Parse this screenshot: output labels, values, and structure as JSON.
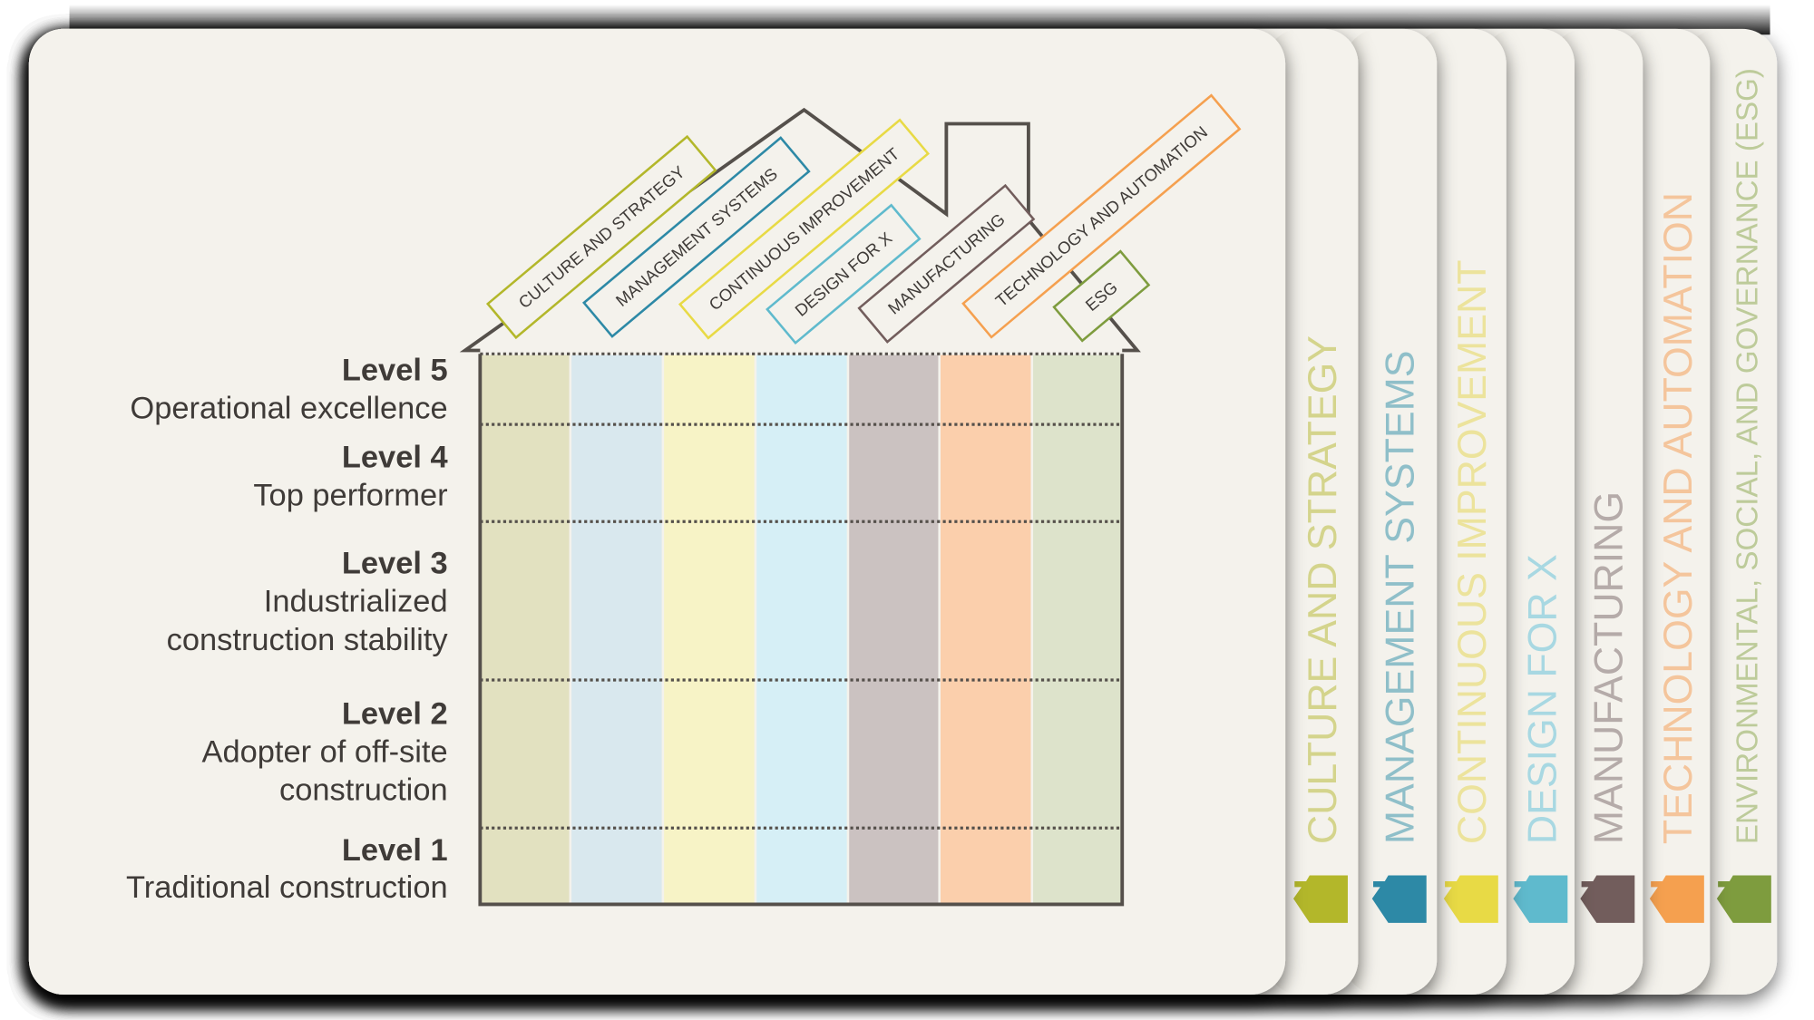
{
  "levels": [
    {
      "title": "Level 5",
      "lines": [
        "Operational excellence"
      ]
    },
    {
      "title": "Level 4",
      "lines": [
        "Top performer"
      ]
    },
    {
      "title": "Level 3",
      "lines": [
        "Industrialized",
        "construction stability"
      ]
    },
    {
      "title": "Level 2",
      "lines": [
        "Adopter of off-site",
        "construction"
      ]
    },
    {
      "title": "Level 1",
      "lines": [
        "Traditional construction"
      ]
    }
  ],
  "pillars": [
    {
      "tag": "CULTURE AND STRATEGY",
      "tab": "CULTURE AND STRATEGY",
      "color": "#b3b72a",
      "fill": "#e2e1c0",
      "tab_text": "#d4d48c",
      "icon": "house-icon"
    },
    {
      "tag": "MANAGEMENT SYSTEMS",
      "tab": "MANAGEMENT SYSTEMS",
      "color": "#2d89a6",
      "fill": "#d9e8ee",
      "tab_text": "#8fbfc9",
      "icon": "house-icon"
    },
    {
      "tag": "CONTINUOUS IMPROVEMENT",
      "tab": "CONTINUOUS IMPROVEMENT",
      "color": "#e8da45",
      "fill": "#f7f3c6",
      "tab_text": "#ece39c",
      "icon": "house-icon"
    },
    {
      "tag": "DESIGN FOR X",
      "tab": "DESIGN FOR X",
      "color": "#5fbacd",
      "fill": "#d6eff6",
      "tab_text": "#a8d8e2",
      "icon": "house-icon"
    },
    {
      "tag": "MANUFACTURING",
      "tab": "MANUFACTURING",
      "color": "#725d5c",
      "fill": "#cbc2c1",
      "tab_text": "#b5aba9",
      "icon": "house-icon"
    },
    {
      "tag": "TECHNOLOGY AND AUTOMATION",
      "tab": "TECHNOLOGY AND AUTOMATION",
      "color": "#f5a04f",
      "fill": "#fbcfac",
      "tab_text": "#f4c59c",
      "icon": "house-icon"
    },
    {
      "tag": "ESG",
      "tab": "ENVIRONMENTAL, SOCIAL, AND GOVERNANCE (ESG)",
      "color": "#7e9c3e",
      "fill": "#dde3cb",
      "tab_text": "#bdcb9a",
      "icon": "house-icon"
    }
  ],
  "colors": {
    "card": "#f4f2ec",
    "outline": "#55504b",
    "text": "#3f3b38"
  }
}
